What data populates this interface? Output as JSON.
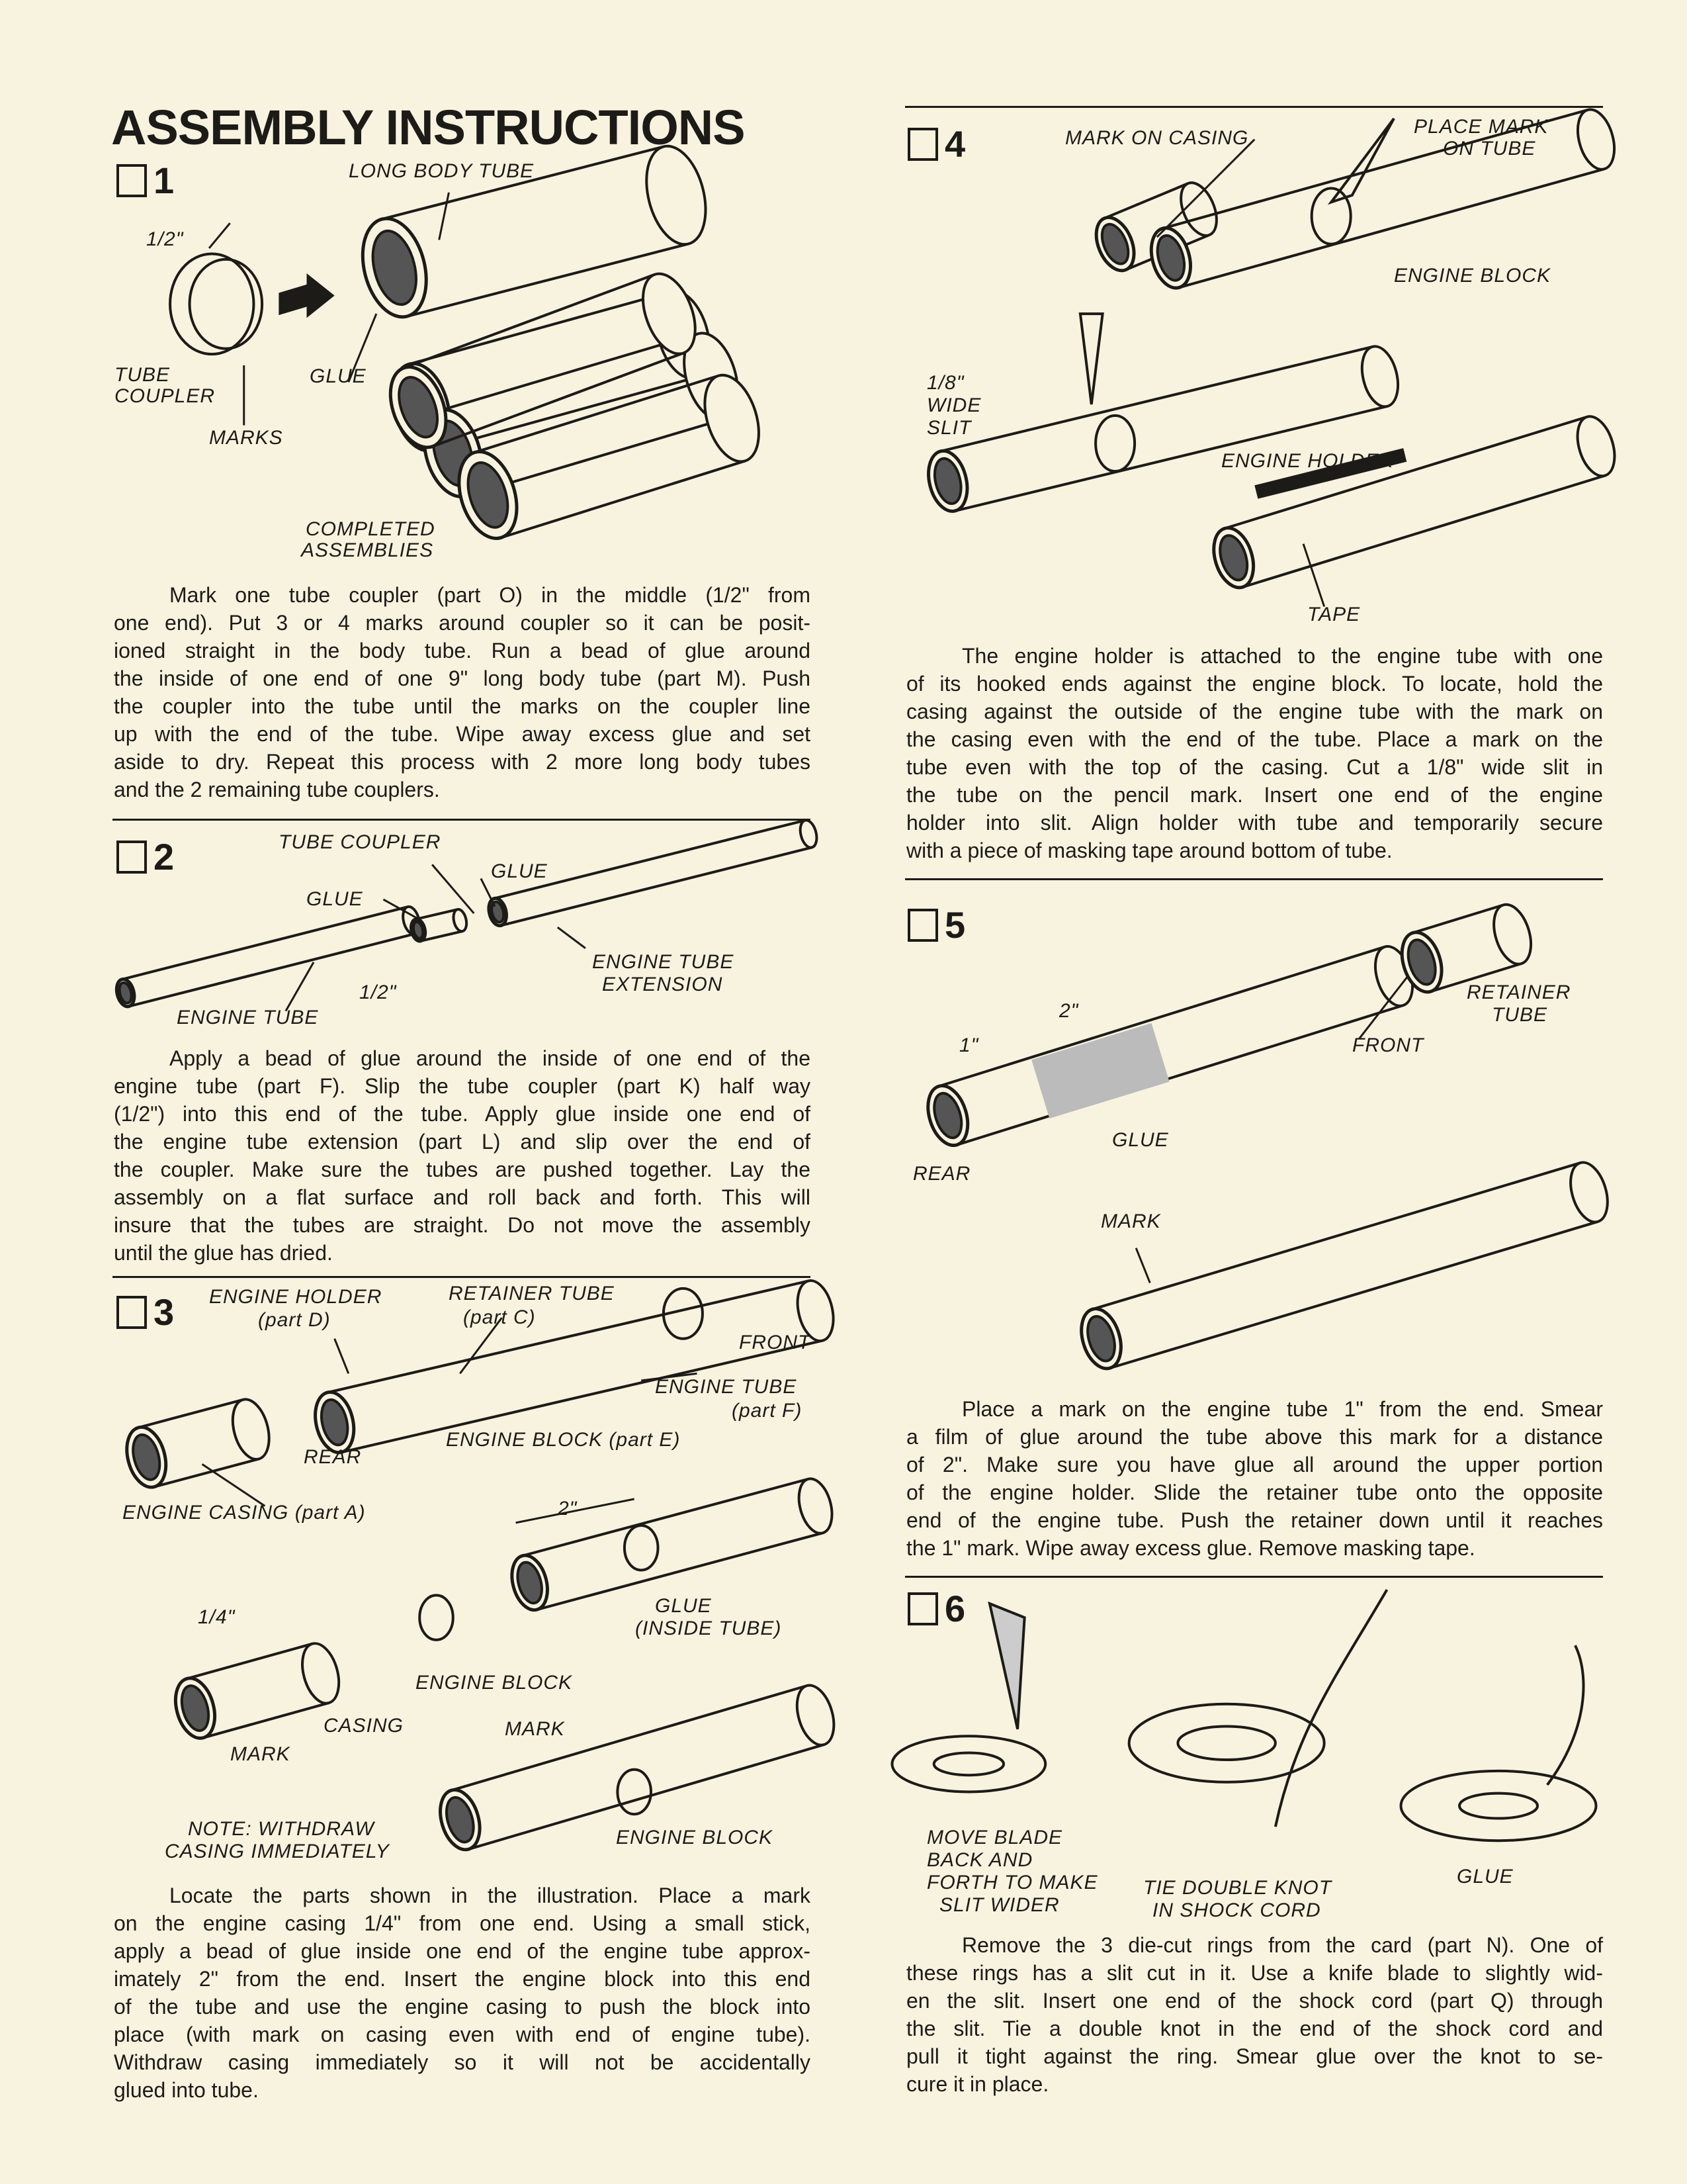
{
  "title": "ASSEMBLY INSTRUCTIONS",
  "steps": [
    {
      "num": "1",
      "labels": {
        "long_body_tube": "LONG BODY TUBE",
        "half": "1/2\"",
        "tube": "TUBE",
        "coupler": "COUPLER",
        "glue": "GLUE",
        "marks": "MARKS",
        "completed": "COMPLETED",
        "assemblies": "ASSEMBLIES"
      },
      "text": [
        "Mark one tube coupler (part O) in the middle (1/2\" from",
        "one end). Put 3 or 4 marks around coupler so it can be posit-",
        "ioned straight in the body tube. Run a bead of glue around",
        "the inside of one end of one 9\" long body tube (part M). Push",
        "the coupler into the tube until the marks on the coupler line",
        "up with the end of the tube. Wipe away excess glue and set",
        "aside to dry. Repeat this process with 2 more long body tubes",
        "and the 2 remaining tube couplers."
      ]
    },
    {
      "num": "2",
      "labels": {
        "tube_coupler": "TUBE COUPLER",
        "glue1": "GLUE",
        "glue2": "GLUE",
        "ext1": "ENGINE TUBE",
        "ext2": "EXTENSION",
        "half": "1/2\"",
        "engine_tube": "ENGINE TUBE"
      },
      "text": [
        "Apply a bead of glue around the inside of one end of the",
        "engine tube (part F). Slip the tube coupler (part K) half way",
        "(1/2\") into this end of the tube. Apply glue inside one end of",
        "the engine tube extension (part L) and slip over the end of",
        "the coupler. Make sure the tubes are pushed together. Lay the",
        "assembly on a flat surface and roll back and forth. This will",
        "insure that the tubes are straight. Do not move the assembly",
        "until the glue has dried."
      ]
    },
    {
      "num": "3",
      "labels": {
        "engine_holder": "ENGINE HOLDER",
        "part_d": "(part D)",
        "retainer_tube": "RETAINER TUBE",
        "part_c": "(part C)",
        "front": "FRONT",
        "engine_tube": "ENGINE TUBE",
        "part_f": "(part F)",
        "engine_block_e": "ENGINE BLOCK (part E)",
        "rear": "REAR",
        "engine_casing": "ENGINE CASING (part A)",
        "two": "2\"",
        "glue": "GLUE",
        "inside_tube": "(INSIDE TUBE)",
        "quarter": "1/4\"",
        "engine_block": "ENGINE BLOCK",
        "casing": "CASING",
        "mark1": "MARK",
        "mark2": "MARK",
        "note1": "NOTE: WITHDRAW",
        "note2": "CASING IMMEDIATELY",
        "engine_block2": "ENGINE BLOCK"
      },
      "text": [
        "Locate the parts shown in the illustration. Place a mark",
        "on the engine casing 1/4\" from one end. Using a small stick,",
        "apply a bead of glue inside one end of the engine tube approx-",
        "imately 2\" from the end. Insert the engine block into this end",
        "of the tube and use the engine casing to push the block into",
        "place (with mark on casing even with end of engine tube).",
        "Withdraw casing immediately so it will not be accidentally",
        "glued into tube."
      ]
    },
    {
      "num": "4",
      "labels": {
        "mark_on_casing": "MARK ON CASING",
        "place_mark": "PLACE MARK",
        "on_tube": "ON TUBE",
        "engine_block": "ENGINE BLOCK",
        "slit1": "1/8\"",
        "slit2": "WIDE",
        "slit3": "SLIT",
        "engine_holder": "ENGINE HOLDER",
        "tape": "TAPE"
      },
      "text": [
        "The engine holder is attached to the engine tube with one",
        "of its hooked ends against the engine block. To locate, hold the",
        "casing against the outside of the engine tube with the mark on",
        "the casing even with the end of the tube. Place a mark on the",
        "tube even with the top of the casing. Cut a 1/8\" wide slit in",
        "the tube on the pencil mark. Insert one end of the engine",
        "holder into slit. Align holder with tube and temporarily secure",
        "with a piece of masking tape around bottom of tube."
      ]
    },
    {
      "num": "5",
      "labels": {
        "retainer": "RETAINER",
        "tube": "TUBE",
        "front": "FRONT",
        "one": "1\"",
        "two": "2\"",
        "glue": "GLUE",
        "rear": "REAR",
        "mark": "MARK"
      },
      "text": [
        "Place a mark on the engine tube 1\" from the end. Smear",
        "a film of glue around the tube above this mark for a distance",
        "of 2\". Make sure you have glue all around the upper portion",
        "of the engine holder. Slide the retainer tube onto the opposite",
        "end of the engine tube. Push the retainer down until it reaches",
        "the 1\" mark. Wipe away excess glue. Remove masking tape."
      ]
    },
    {
      "num": "6",
      "labels": {
        "move1": "MOVE BLADE",
        "move2": "BACK AND",
        "move3": "FORTH TO MAKE",
        "move4": "SLIT WIDER",
        "tie1": "TIE DOUBLE KNOT",
        "tie2": "IN SHOCK CORD",
        "glue": "GLUE"
      },
      "text": [
        "Remove the 3 die-cut rings from the card (part N). One of",
        "these rings has a slit cut in it. Use a knife blade to slightly wid-",
        "en the slit. Insert one end of the shock cord (part Q) through",
        "the slit. Tie a double knot in the end of the shock cord and",
        "pull it tight against the ring. Smear glue over the knot to se-",
        "cure it in place."
      ]
    }
  ]
}
